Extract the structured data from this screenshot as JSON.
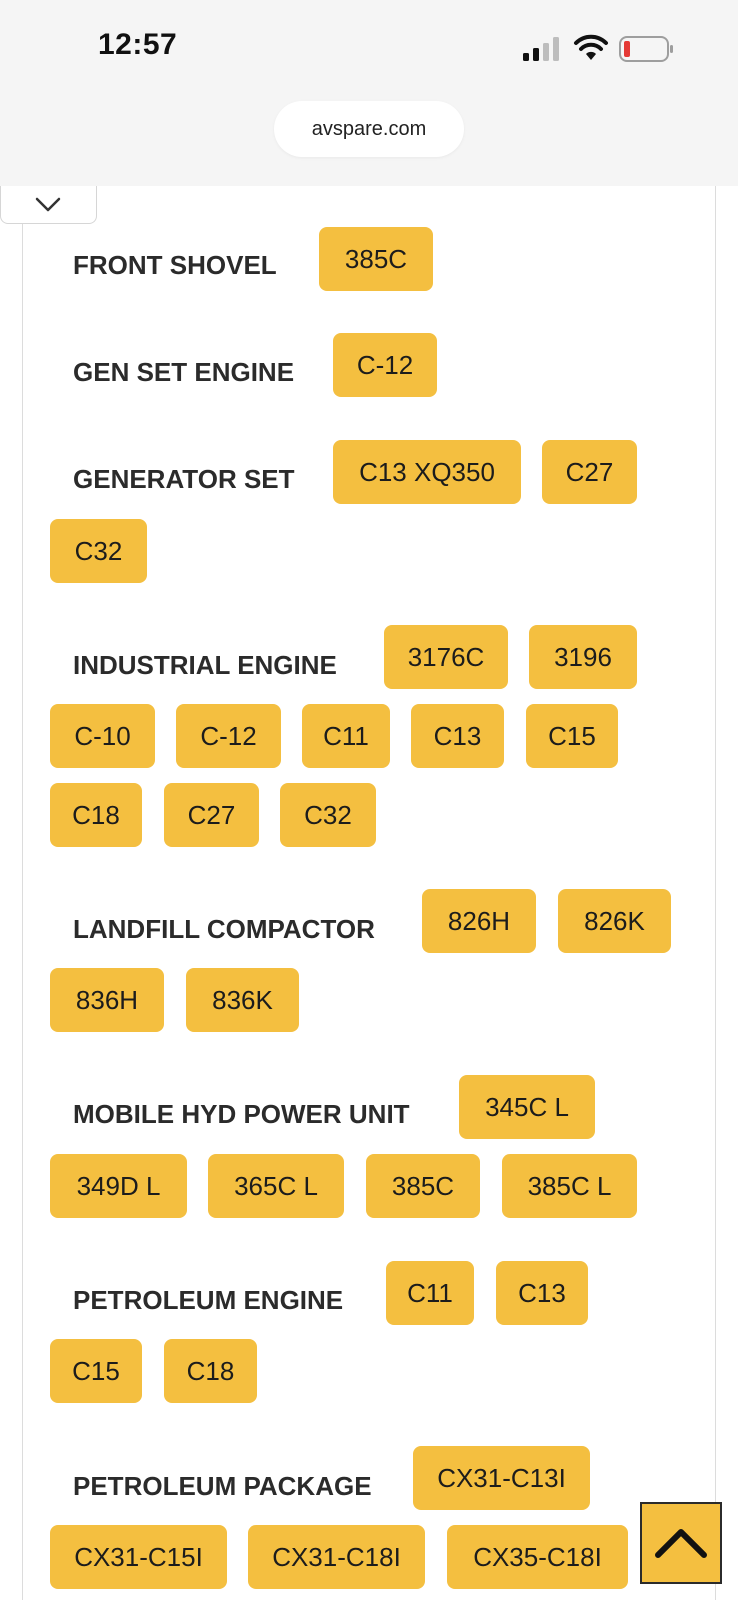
{
  "status_bar": {
    "time": "12:57",
    "icons": [
      "signal-icon",
      "wifi-icon",
      "battery-low-icon"
    ],
    "battery_color": "#e53935"
  },
  "browser": {
    "url": "avspare.com"
  },
  "colors": {
    "chip": "#f4bf40",
    "label": "#2b2b2b"
  },
  "categories": [
    {
      "label": "FRONT SHOVEL",
      "models": [
        "385C"
      ]
    },
    {
      "label": "GEN SET ENGINE",
      "models": [
        "C-12"
      ]
    },
    {
      "label": "GENERATOR SET",
      "models": [
        "C13 XQ350",
        "C27",
        "C32"
      ]
    },
    {
      "label": "INDUSTRIAL ENGINE",
      "models": [
        "3176C",
        "3196",
        "C-10",
        "C-12",
        "C11",
        "C13",
        "C15",
        "C18",
        "C27",
        "C32"
      ]
    },
    {
      "label": "LANDFILL COMPACTOR",
      "models": [
        "826H",
        "826K",
        "836H",
        "836K"
      ]
    },
    {
      "label": "MOBILE HYD POWER UNIT",
      "models": [
        "345C L",
        "349D L",
        "365C L",
        "385C",
        "385C L"
      ]
    },
    {
      "label": "PETROLEUM ENGINE",
      "models": [
        "C11",
        "C13",
        "C15",
        "C18"
      ]
    },
    {
      "label": "PETROLEUM PACKAGE",
      "models": [
        "CX31-C13I",
        "CX31-C15I",
        "CX31-C18I",
        "CX35-C18I"
      ]
    }
  ],
  "controls": {
    "collapse_icon": "chevron-down-icon",
    "back_to_top_icon": "chevron-up-icon"
  }
}
